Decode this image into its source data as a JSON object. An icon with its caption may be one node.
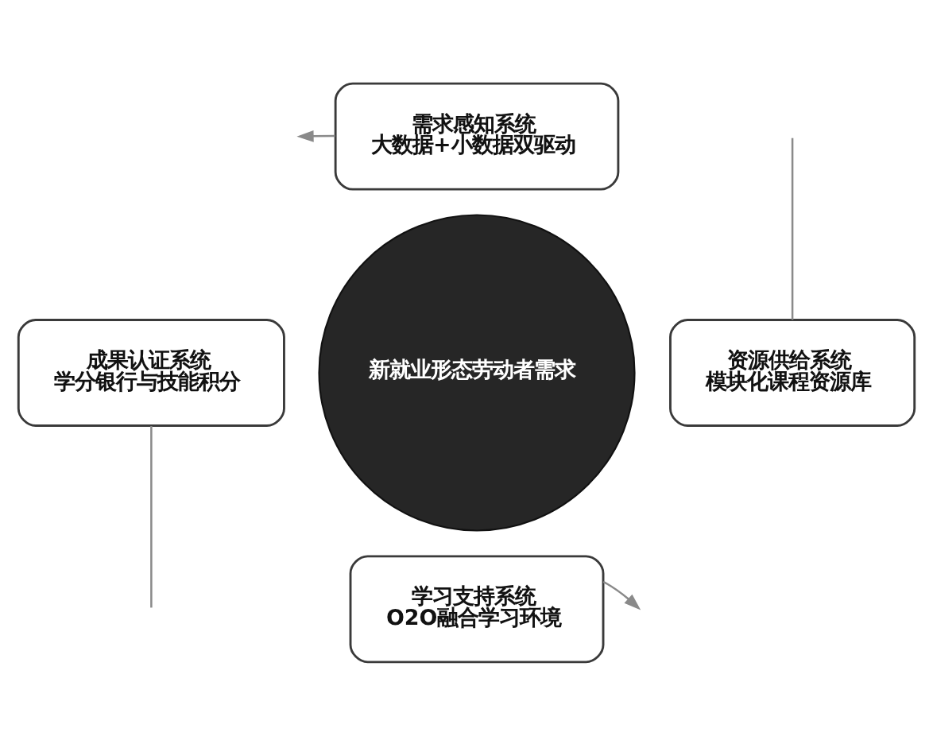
{
  "diagram": {
    "nodes": [
      {
        "text": [
          "需求感知系统",
          "大数据+小数据双驱动"
        ]
      },
      {
        "text": [
          "成果认证系统",
          "学分银行与技能积分"
        ]
      },
      {
        "text": [
          "新就业形态劳动者需求"
        ]
      },
      {
        "text": [
          "资源供给系统",
          "模块化课程资源库"
        ]
      },
      {
        "text": [
          "学习支持系统",
          "O2O融合学习环境"
        ]
      }
    ],
    "edges": [
      {
        "from": null,
        "to": 3,
        "arrow": "none"
      },
      {
        "from": 0,
        "to": null,
        "arrow": "to"
      },
      {
        "from": 1,
        "to": null,
        "arrow": "none"
      },
      {
        "from": 4,
        "to": null,
        "arrow": "to"
      }
    ]
  }
}
